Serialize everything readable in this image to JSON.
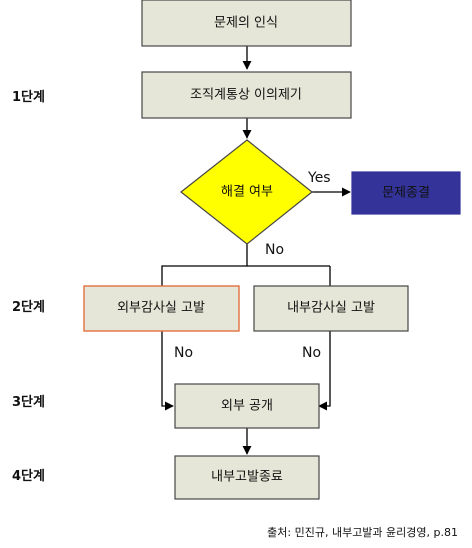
{
  "stages": {
    "s1": "1단계",
    "s2": "2단계",
    "s3": "3단계",
    "s4": "4단계"
  },
  "nodes": {
    "problem_recognition": "문제의 인식",
    "internal_objection": "조직계통상 이의제기",
    "resolved_decision": "해결 여부",
    "problem_closed": "문제종결",
    "external_audit_report": "외부감사실 고발",
    "internal_audit_report": "내부감사실 고발",
    "external_disclosure": "외부 공개",
    "internal_report_end": "내부고발종료"
  },
  "edges": {
    "yes": "Yes",
    "no_decision": "No",
    "no_external": "No",
    "no_internal": "No"
  },
  "source": "출처: 민진규, 내부고발과 윤리경영, p.81",
  "colors": {
    "box_fill": "#e6e6d8",
    "box_stroke": "#454545",
    "diamond_fill": "#ffff00",
    "end_fill": "#333399",
    "end_text": "#ffffff",
    "highlight_stroke": "#e4703e",
    "line": "#000000"
  }
}
